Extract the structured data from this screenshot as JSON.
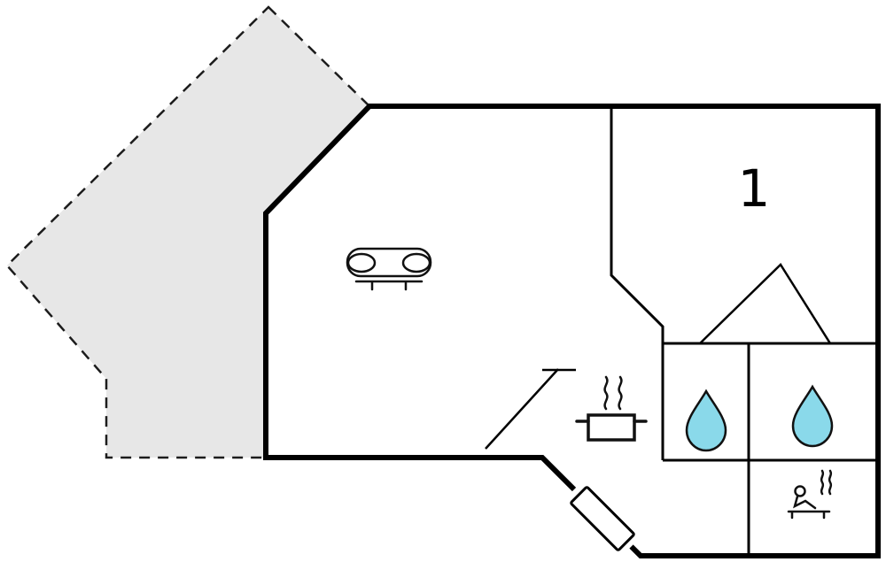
{
  "plan": {
    "type": "floor-plan",
    "rooms": {
      "room1_label": "1"
    },
    "features": [
      "terrace-area",
      "living-room-with-sofa",
      "kitchen-with-cooking-pot",
      "shower-room-left",
      "shower-room-right",
      "sauna-room",
      "entrance-door"
    ]
  },
  "colors": {
    "background": "#ffffff",
    "wall": "#000000",
    "terrace_fill": "#e7e7e7",
    "terrace_border": "#1c1c1c",
    "drop_fill": "#8ad9ea",
    "icon_stroke": "#111111"
  },
  "icons": {
    "sofa": "sofa-icon",
    "stove": "cooking-pot-icon",
    "shower": "water-drop-icon",
    "sauna": "sauna-icon"
  }
}
